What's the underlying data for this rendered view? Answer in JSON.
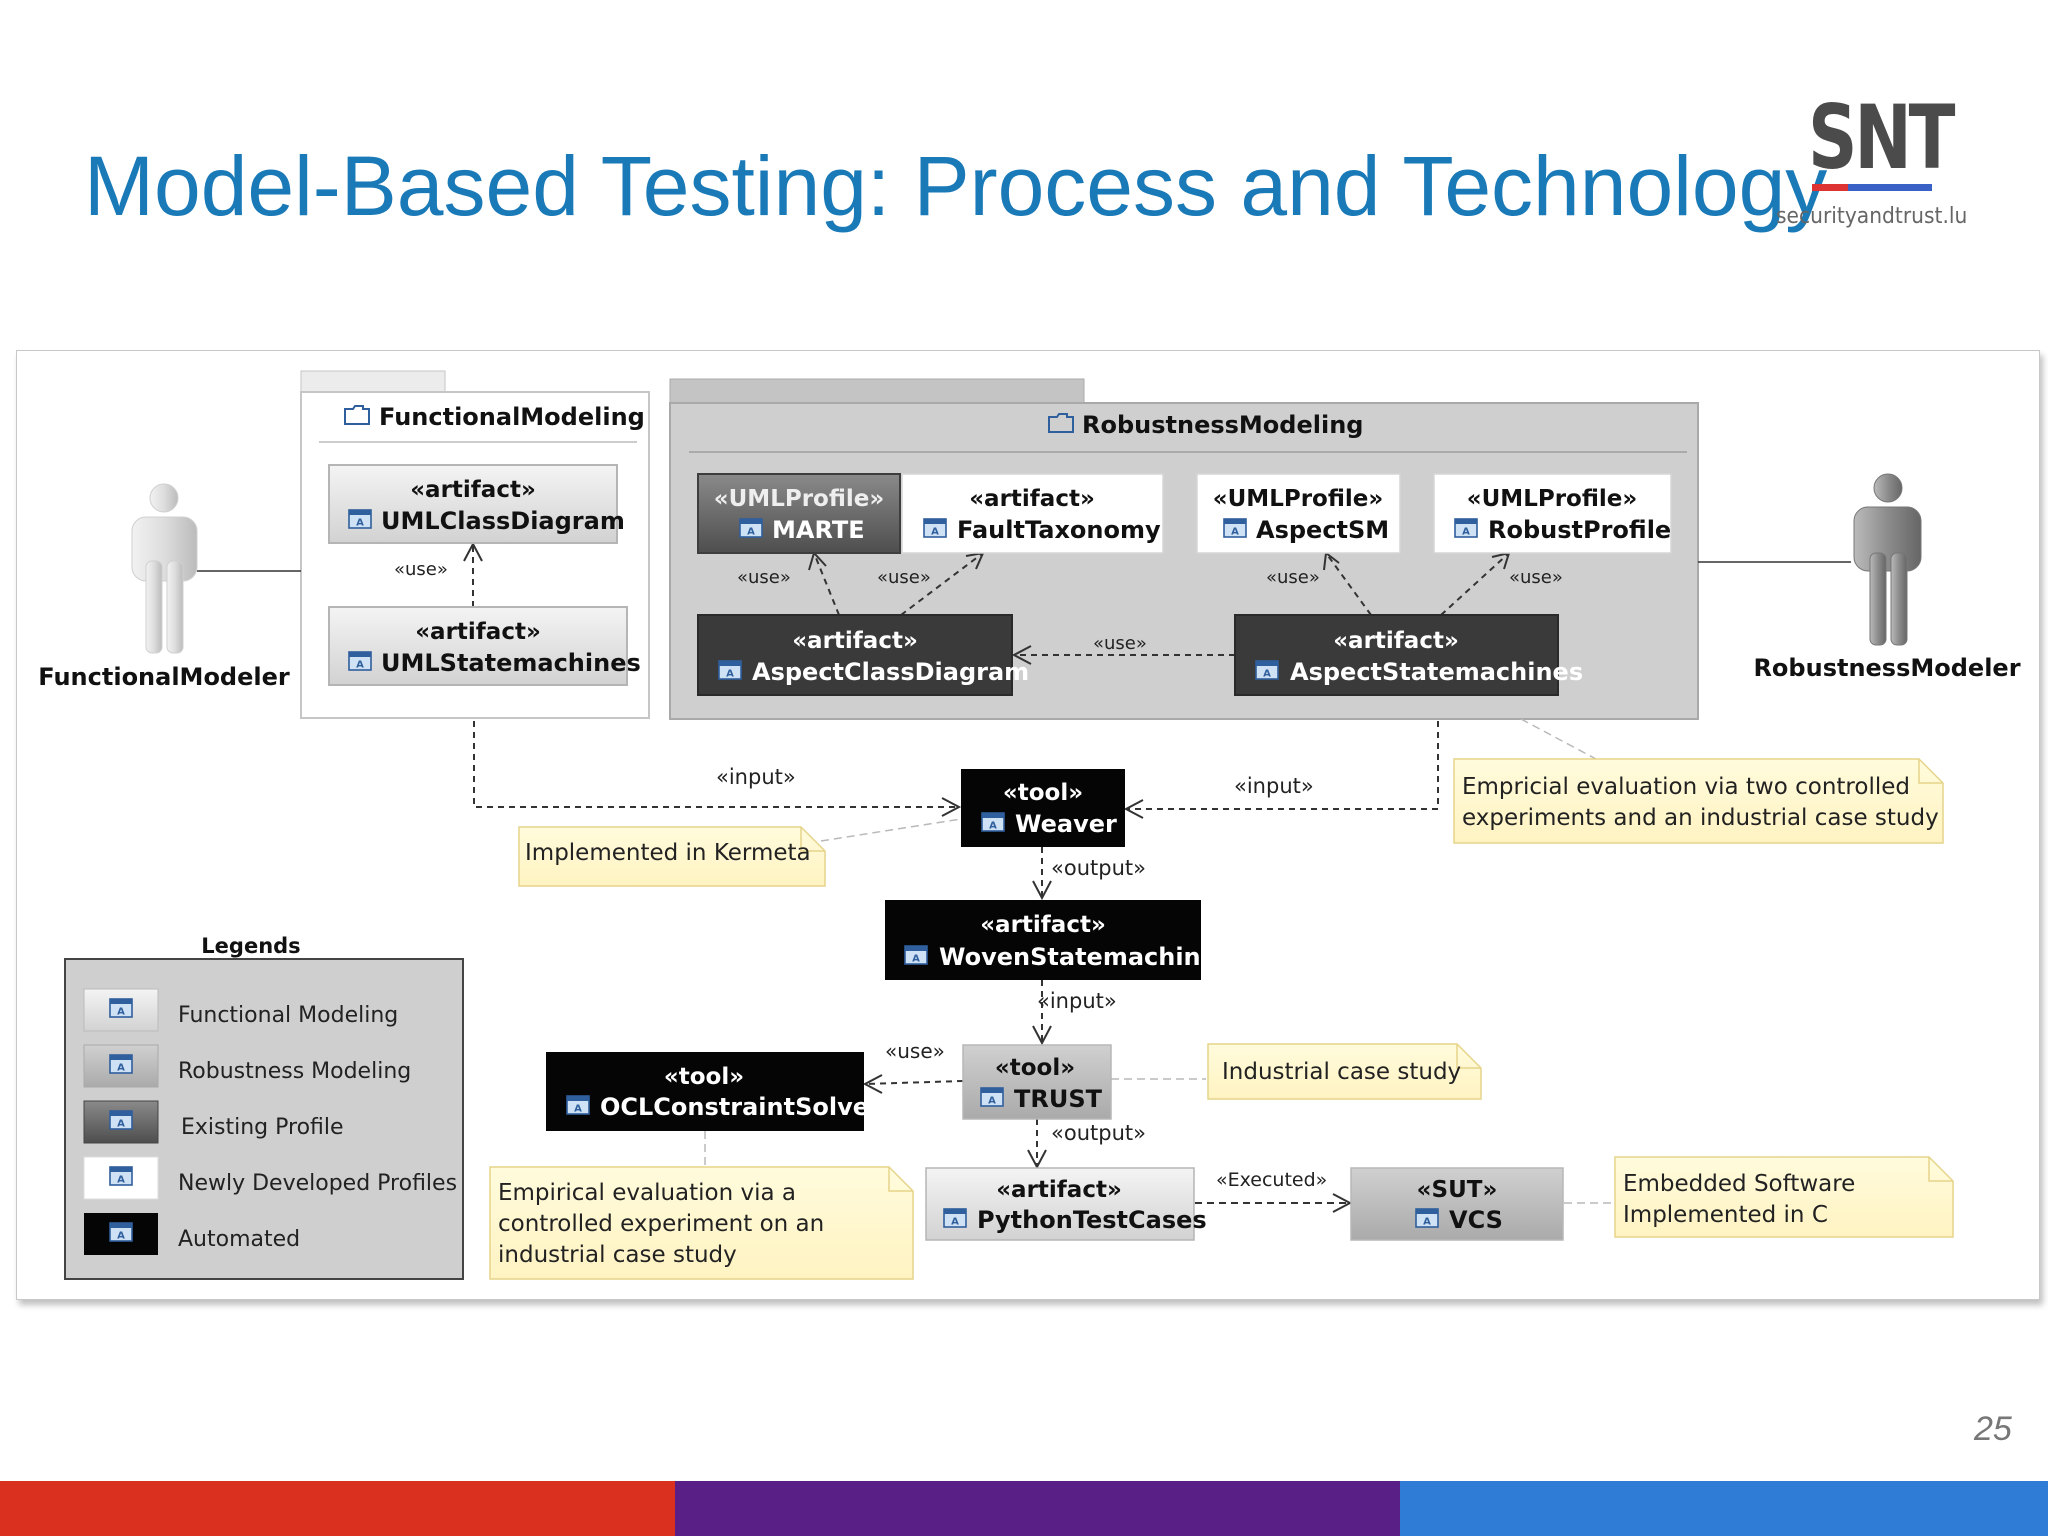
{
  "slide": {
    "title": "Model-Based Testing: Process and Technology",
    "page_number": "25",
    "logo": {
      "mark": "SNT",
      "url": "securityandtrust.lu"
    },
    "bottom_bar_colors": [
      "#d93020",
      "#5a1f86",
      "#2f7cd6"
    ]
  },
  "diagram": {
    "packages": {
      "functional": "FunctionalModeling",
      "robustness": "RobustnessModeling"
    },
    "actors": {
      "functional": "FunctionalModeler",
      "robustness": "RobustnessModeler"
    },
    "nodes": {
      "umlclassdiagram": {
        "stereotype": "«artifact»",
        "name": "UMLClassDiagram"
      },
      "umlstatemachines": {
        "stereotype": "«artifact»",
        "name": "UMLStatemachines"
      },
      "marte": {
        "stereotype": "«UMLProfile»",
        "name": "MARTE"
      },
      "faulttaxonomy": {
        "stereotype": "«artifact»",
        "name": "FaultTaxonomy"
      },
      "aspectsm": {
        "stereotype": "«UMLProfile»",
        "name": "AspectSM"
      },
      "robustprofile": {
        "stereotype": "«UMLProfile»",
        "name": "RobustProfile"
      },
      "aspectclassdiagram": {
        "stereotype": "«artifact»",
        "name": "AspectClassDiagram"
      },
      "aspectstatemachines": {
        "stereotype": "«artifact»",
        "name": "AspectStatemachines"
      },
      "weaver": {
        "stereotype": "«tool»",
        "name": "Weaver"
      },
      "wovenstatemachine": {
        "stereotype": "«artifact»",
        "name": "WovenStatemachine"
      },
      "trust": {
        "stereotype": "«tool»",
        "name": "TRUST"
      },
      "oclconstraintsolver": {
        "stereotype": "«tool»",
        "name": "OCLConstraintSolver"
      },
      "pythontestcases": {
        "stereotype": "«artifact»",
        "name": "PythonTestCases"
      },
      "vcs": {
        "stereotype": "«SUT»",
        "name": "VCS"
      }
    },
    "edge_labels": {
      "use": "«use»",
      "input": "«input»",
      "output": "«output»",
      "executed": "«Executed»"
    },
    "notes": {
      "kermeta": [
        "Implemented in Kermeta"
      ],
      "empricial": [
        "Empricial evaluation via two controlled",
        "experiments and an industrial case study"
      ],
      "industrial": [
        "Industrial case study"
      ],
      "empirical": [
        "Empirical evaluation via a",
        "controlled experiment on an",
        "industrial case study"
      ],
      "embedded": [
        "Embedded Software",
        "Implemented in C"
      ]
    },
    "legend": {
      "title": "Legends",
      "items": [
        "Functional Modeling",
        "Robustness Modeling",
        "Existing Profile",
        "Newly Developed Profiles",
        "Automated"
      ]
    }
  }
}
